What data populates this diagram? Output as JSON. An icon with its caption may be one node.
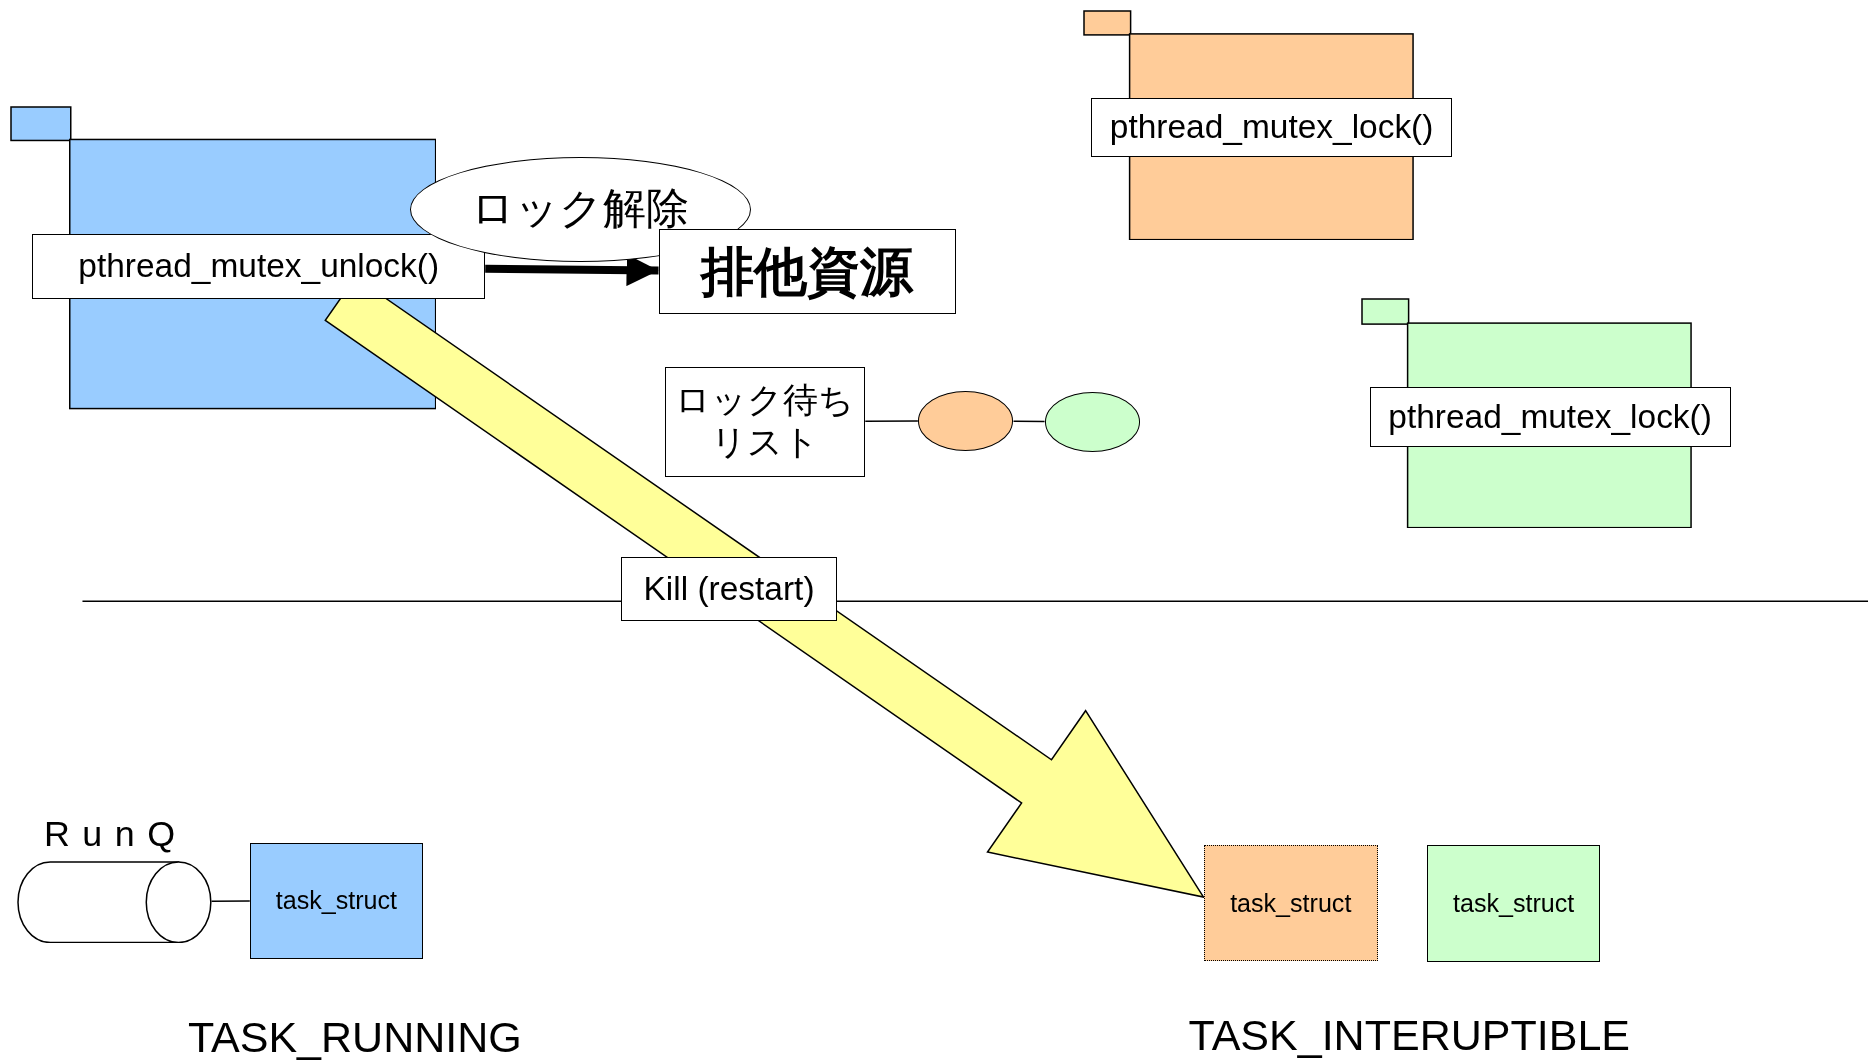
{
  "diagram": {
    "nodes": [
      {
        "text": [],
        "shape": "box"
      },
      {
        "text": [
          "pthread_mutex_unlock()"
        ]
      },
      {
        "text": [
          "ロック解除"
        ]
      },
      {
        "text": [
          "排他資源"
        ]
      },
      {
        "text": [],
        "shape": "box"
      },
      {
        "text": [
          "pthread_mutex_lock()"
        ]
      },
      {
        "text": [],
        "shape": "box"
      },
      {
        "text": [
          "pthread_mutex_lock()"
        ]
      },
      {
        "text": [
          "ロック待ちリスト"
        ]
      },
      {
        "text": [],
        "shape": "circle"
      },
      {
        "text": [],
        "shape": "circle"
      },
      {
        "text": [],
        "shape": "cylinder",
        "beside": [
          "RunQ"
        ]
      },
      {
        "text": [
          "task_struct"
        ]
      },
      {
        "text": [
          "task_struct"
        ]
      },
      {
        "text": [
          "task_struct"
        ]
      }
    ],
    "edges": [
      {
        "from": 1,
        "to": 3,
        "arrow": "to",
        "style": "thick"
      },
      {
        "from": 1,
        "to": 13,
        "arrow": "to",
        "label": "Kill (restart)",
        "style": "thick",
        "color": "#ffff99"
      },
      {
        "from": 8,
        "to": 9,
        "arrow": "none"
      },
      {
        "from": 9,
        "to": 10,
        "arrow": "none"
      },
      {
        "from": 11,
        "to": 12,
        "arrow": "none"
      }
    ],
    "labels": [
      "TASK_RUNNING",
      "TASK_INTERUPTIBLE"
    ]
  }
}
